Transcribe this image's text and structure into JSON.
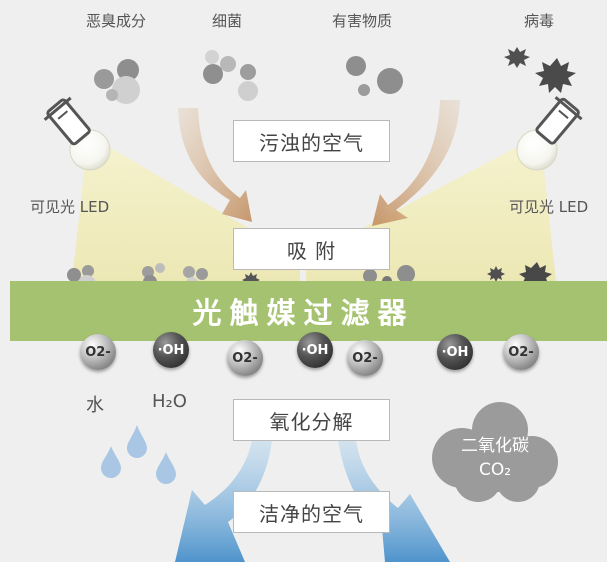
{
  "top_labels": {
    "odor": "恶臭成分",
    "bacteria": "细菌",
    "harmful": "有害物质",
    "virus": "病毒"
  },
  "led_left_label": "可见光 LED",
  "led_right_label": "可见光 LED",
  "boxes": {
    "polluted_air": "污浊的空气",
    "adsorption": "吸 附",
    "decomposition": "氧化分解",
    "clean_air": "洁净的空气"
  },
  "filter_title": "光触媒过滤器",
  "molecules": [
    {
      "text": "O2-",
      "type": "o2"
    },
    {
      "text": "·OH",
      "type": "oh"
    },
    {
      "text": "O2-",
      "type": "o2"
    },
    {
      "text": "·OH",
      "type": "oh"
    },
    {
      "text": "O2-",
      "type": "o2"
    },
    {
      "text": "·OH",
      "type": "oh"
    },
    {
      "text": "O2-",
      "type": "o2"
    }
  ],
  "water_label": "水",
  "h2o_label": "H₂O",
  "co2_label_1": "二氧化碳",
  "co2_label_2": "CO₂",
  "colors": {
    "filter_green": "#a5c270",
    "arrow_brown": "#c9a27c",
    "arrow_blue": "#6fa9d6",
    "light_yellow": "#f3efc0",
    "cloud_gray": "#9b9b9b",
    "water_blue": "#a9c7e4"
  },
  "icons": [
    "led-lamp-icon",
    "water-drop-icon",
    "cloud-icon",
    "virus-icon"
  ]
}
